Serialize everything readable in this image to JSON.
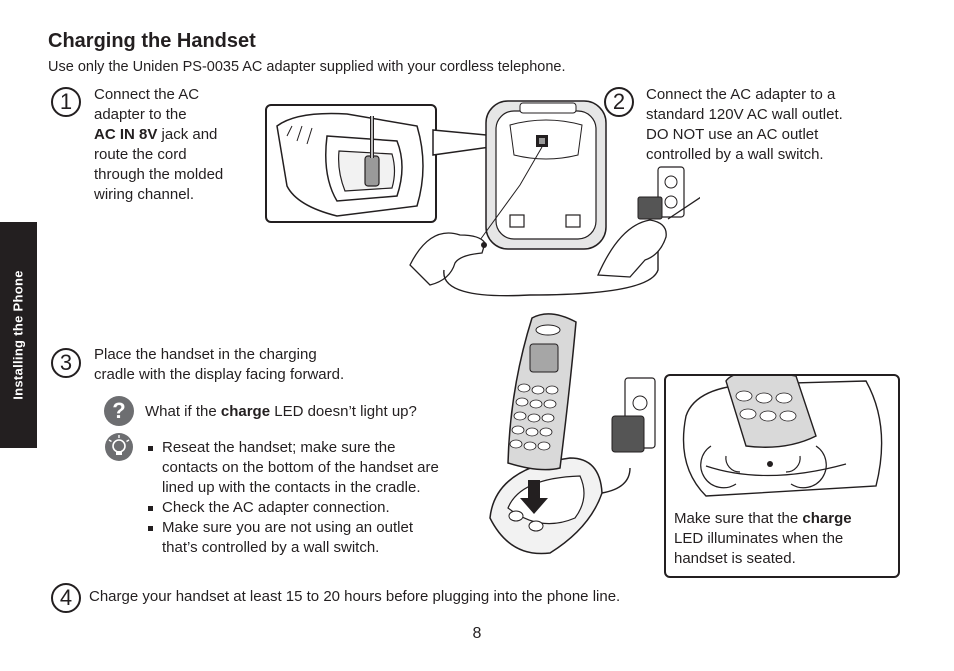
{
  "header": {
    "title": "Charging the Handset",
    "subtitle": "Use only the Uniden PS-0035 AC adapter supplied with your cordless telephone."
  },
  "side_tab": {
    "label": "Installing the Phone"
  },
  "steps": [
    {
      "number": "1",
      "lines": [
        "Connect the AC",
        "adapter to the"
      ],
      "bold": "AC IN 8V",
      "after_bold": " jack and",
      "lines2": [
        "route the cord",
        "through the molded",
        "wiring channel."
      ]
    },
    {
      "number": "2",
      "lines": [
        "Connect the AC adapter to a",
        "standard 120V AC wall outlet.",
        "DO NOT use an AC outlet",
        "controlled by a wall switch."
      ]
    },
    {
      "number": "3",
      "lines": [
        "Place the handset in the charging",
        "cradle with the display facing forward."
      ]
    },
    {
      "number": "4",
      "text": "Charge your handset at least 15 to 20 hours before plugging into the phone line."
    }
  ],
  "troubleshoot": {
    "question_icon": "question-icon",
    "question_pre": "What if the ",
    "question_bold": "charge",
    "question_post": " LED doesn’t light up?",
    "tip_icon": "lightbulb-icon",
    "answers": [
      [
        "Reseat the handset; make sure the",
        "contacts on the bottom of the handset are",
        "lined up with the contacts in the cradle."
      ],
      [
        "Check the AC adapter connection."
      ],
      [
        "Make sure you are not using an outlet",
        "that’s controlled by a wall switch."
      ]
    ]
  },
  "led_callout": {
    "pre": "Make sure that the ",
    "bold": "charge",
    "lines": [
      "LED illuminates when the",
      "handset is seated."
    ]
  },
  "page_number": "8"
}
